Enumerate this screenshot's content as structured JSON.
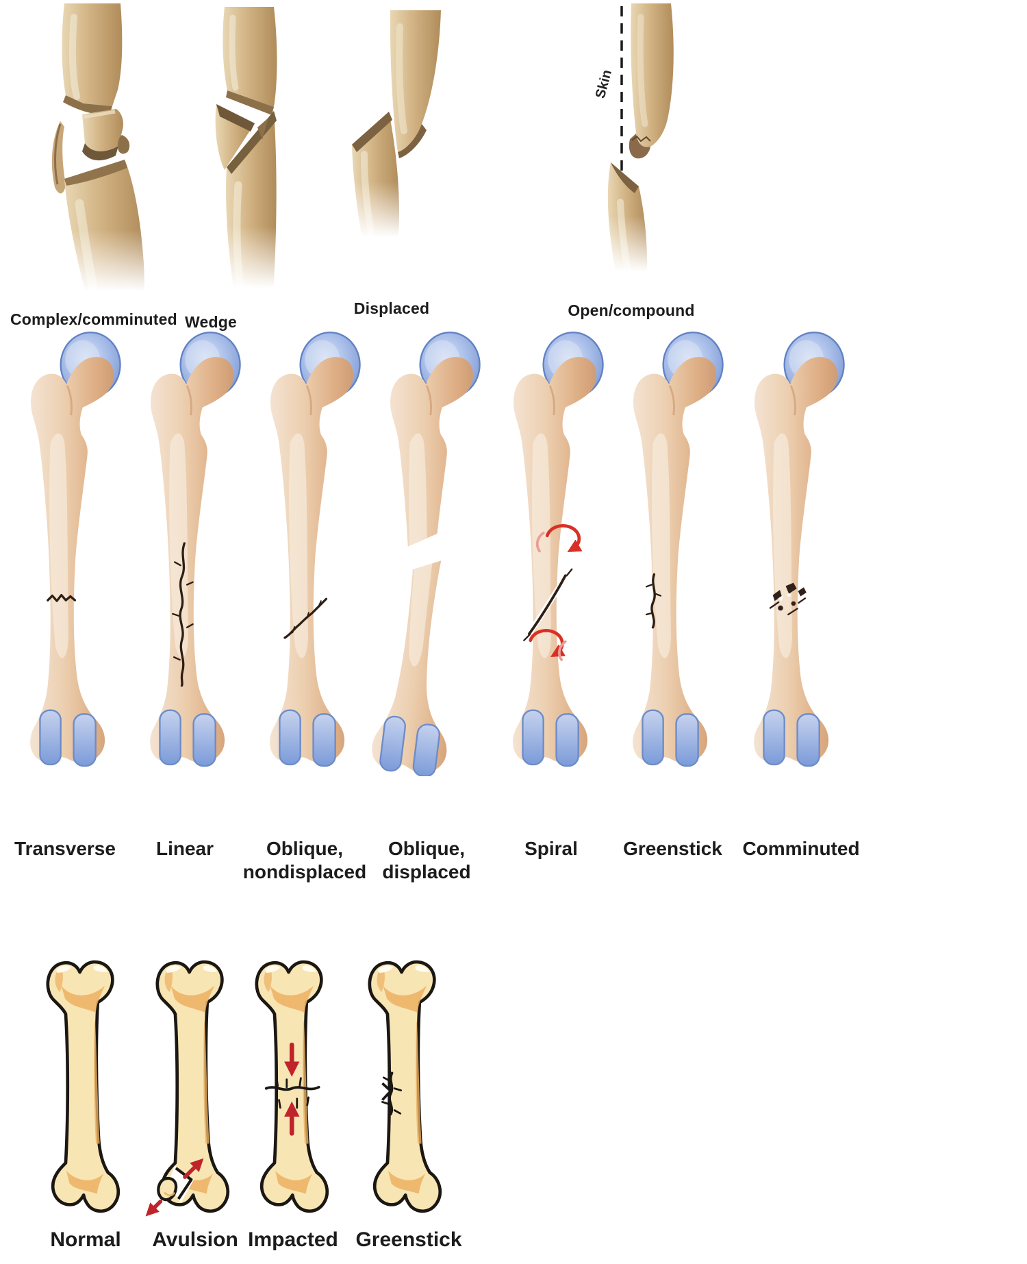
{
  "sections": {
    "top": {
      "items": [
        {
          "label": "Complex/comminuted"
        },
        {
          "label": "Wedge"
        },
        {
          "label": "Displaced"
        },
        {
          "label": "Open/compound",
          "skin_label": "Skin"
        }
      ]
    },
    "middle": {
      "items": [
        {
          "label": "Transverse"
        },
        {
          "label": "Linear"
        },
        {
          "label": "Oblique,\nnondisplaced"
        },
        {
          "label": "Oblique,\ndisplaced"
        },
        {
          "label": "Spiral"
        },
        {
          "label": "Greenstick"
        },
        {
          "label": "Comminuted"
        }
      ]
    },
    "bottom": {
      "items": [
        {
          "label": "Normal"
        },
        {
          "label": "Avulsion"
        },
        {
          "label": "Impacted"
        },
        {
          "label": "Greenstick"
        }
      ]
    }
  },
  "colors": {
    "background": "#ffffff",
    "cartilage_blue": "#7e9cd8",
    "femur_bone_tan": "#e2b68f",
    "fracture_line_dark": "#2e1f15",
    "illustration_bone_tan": "#d2b384",
    "illustration_shadow_brown": "#7c6240",
    "cartoon_bone_fill": "#f8e5b4",
    "cartoon_bone_shade": "#ecb162",
    "cartoon_outline_black": "#1b1713",
    "arrow_red": "#c0242b",
    "spiral_arrow_red": "#d93025",
    "skin_line_black": "#1a1a1a"
  }
}
